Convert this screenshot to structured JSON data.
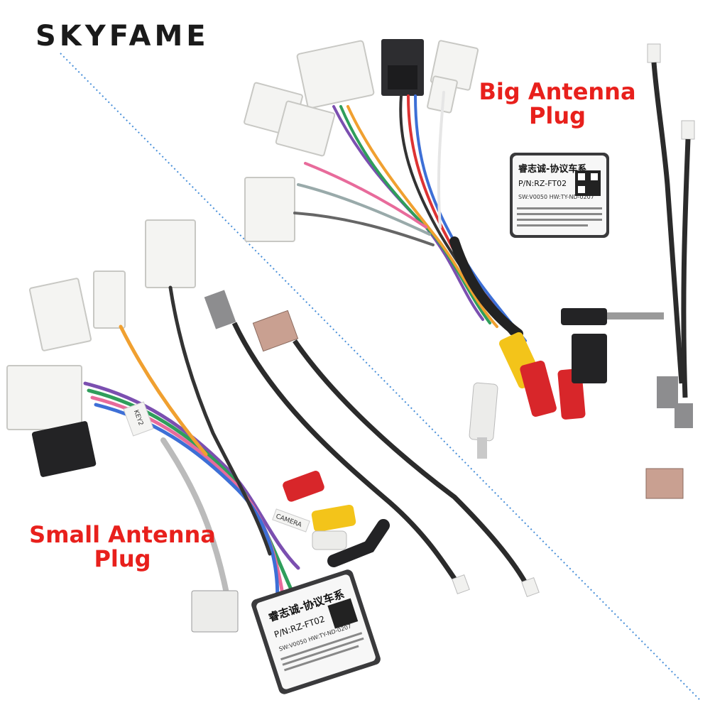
{
  "brand": {
    "logo_text": "SKYFAME",
    "logo_color": "#1a1a1a"
  },
  "labels": {
    "big": {
      "line1": "Big Antenna",
      "line2": "Plug",
      "color": "#e8201c"
    },
    "small": {
      "line1": "Small Antenna",
      "line2": "Plug",
      "color": "#e8201c"
    }
  },
  "module_box": {
    "title": "睿志诚-协议车系",
    "part_number": "P/N:RZ-FT02",
    "firmware": "SW:V0050  HW:TY-ND-0207"
  },
  "cable_tags": {
    "key": "KEY2",
    "camera": "CAMERA"
  },
  "divider_color": "#4a90d9"
}
